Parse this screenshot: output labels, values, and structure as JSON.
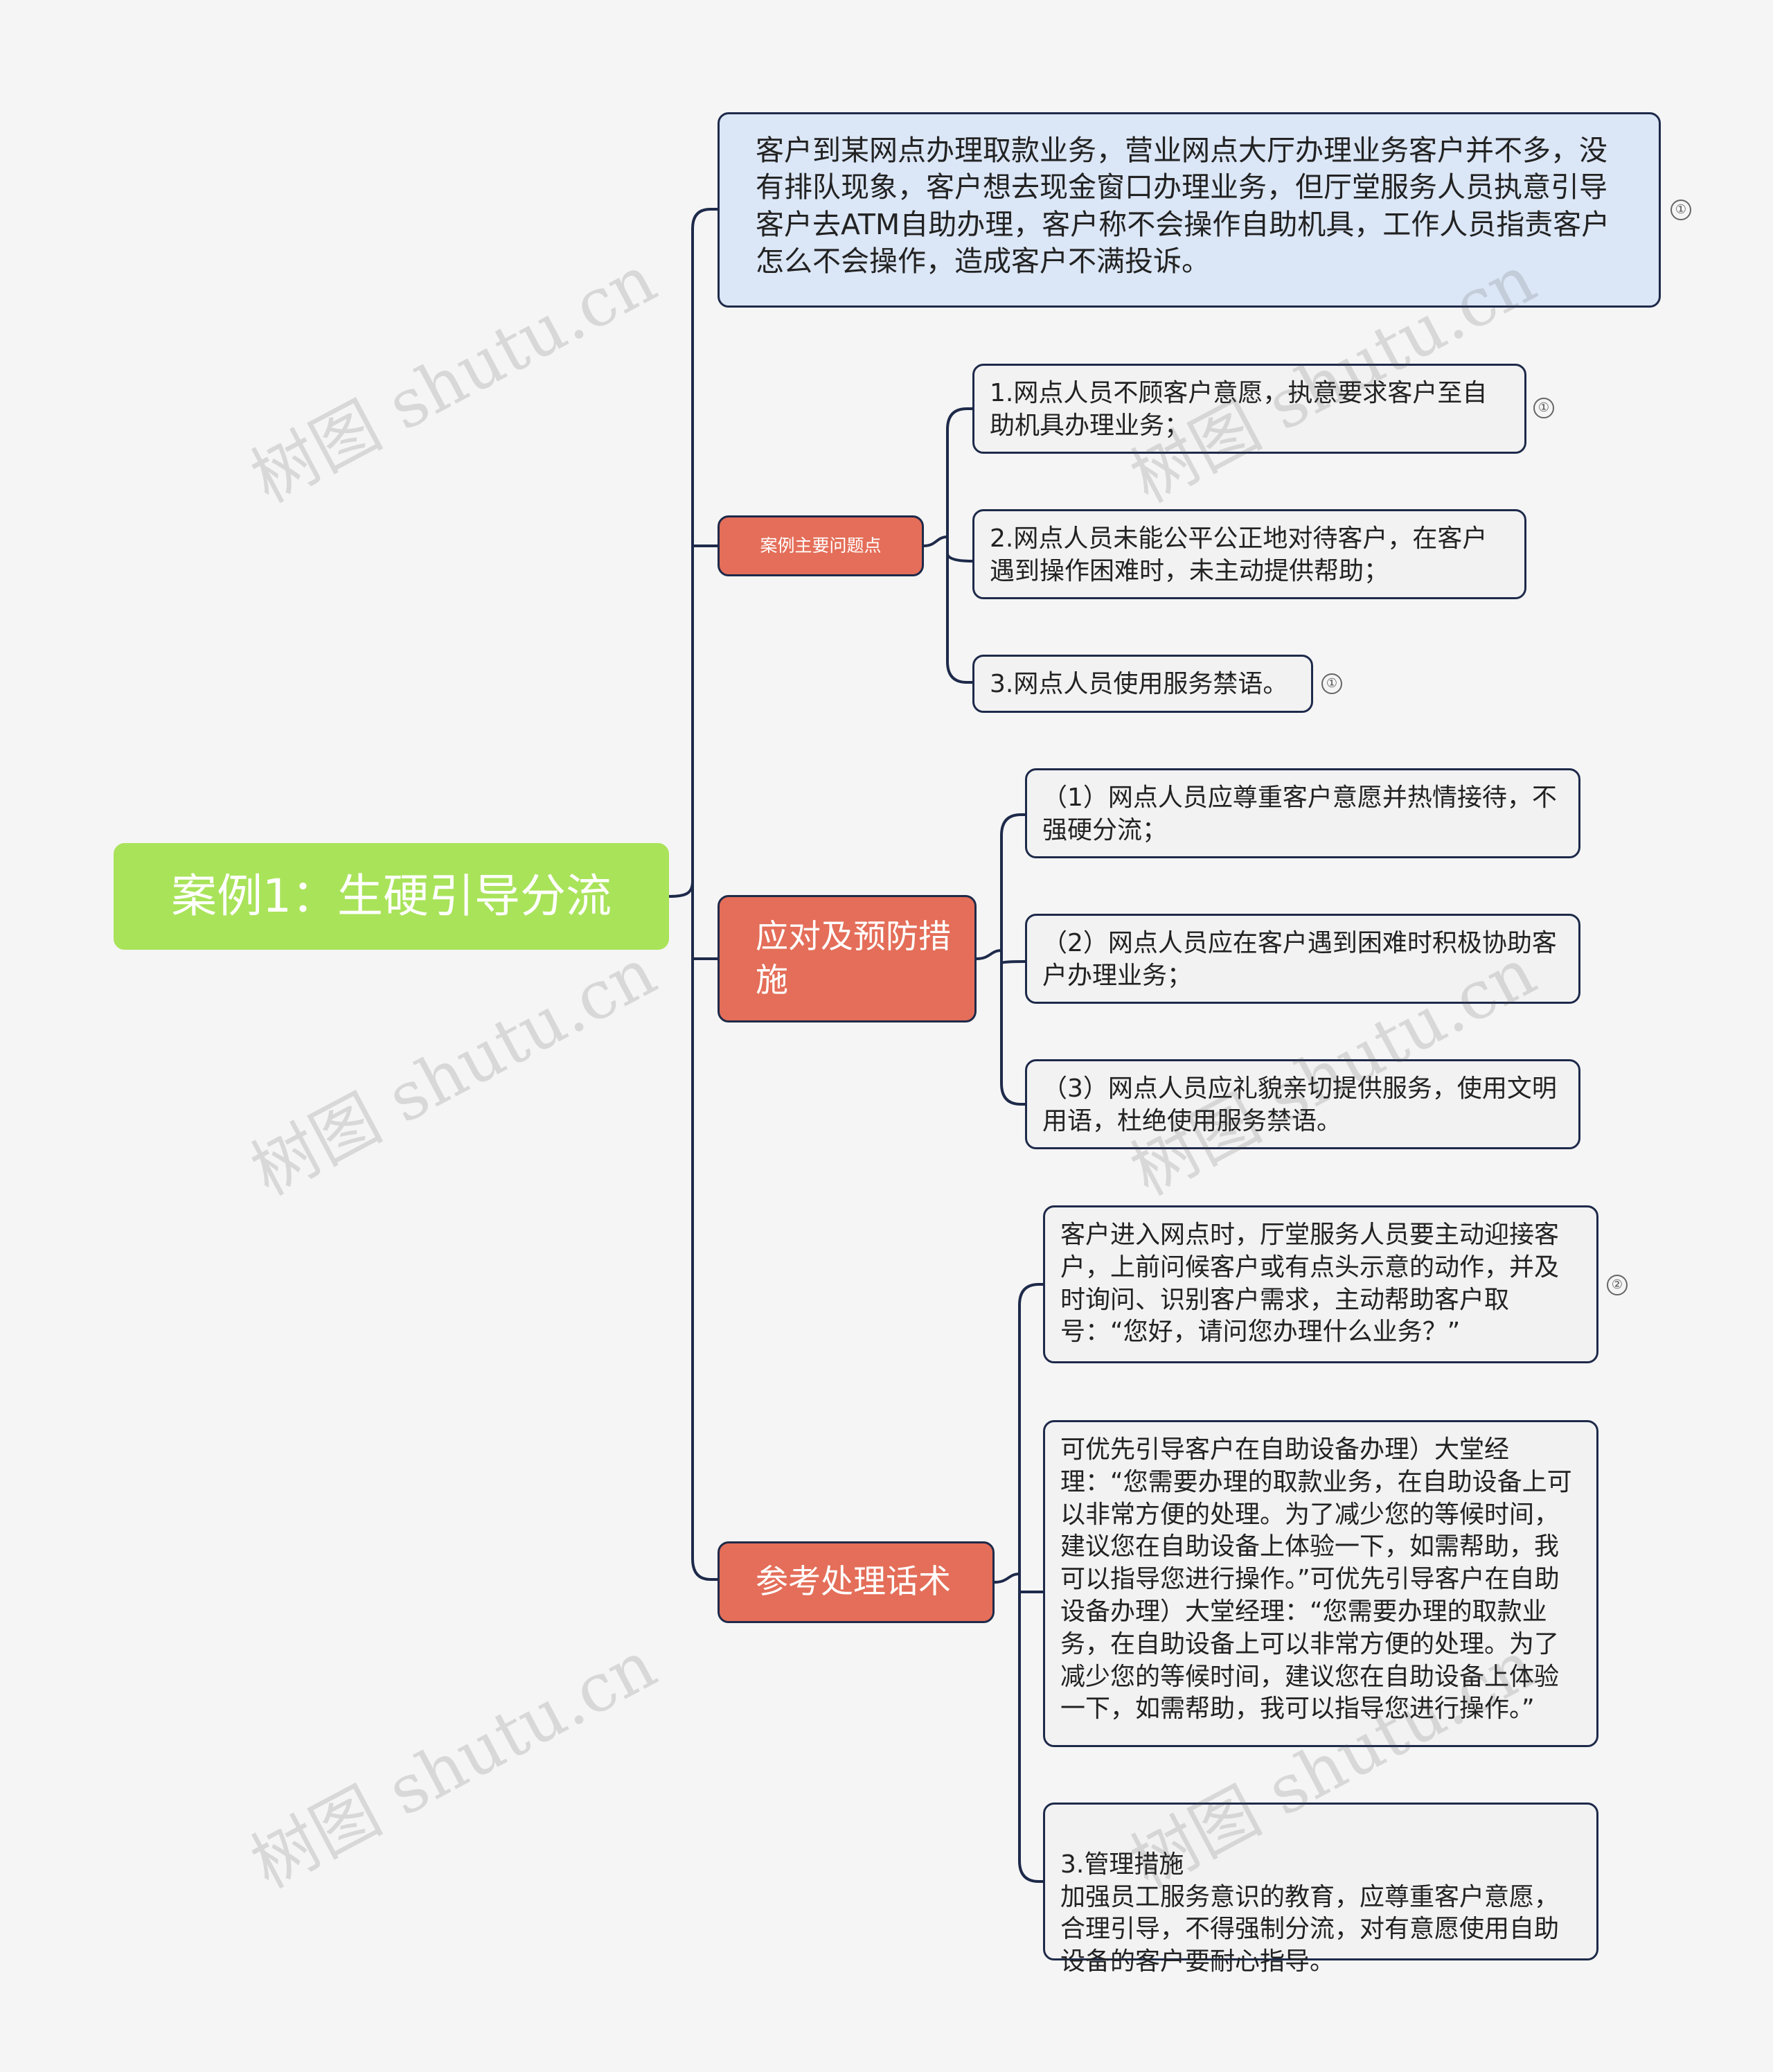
{
  "root": {
    "title": "案例1：生硬引导分流"
  },
  "case_description": "客户到某网点办理取款业务，营业网点大厅办理业务客户并不多，没有排队现象，客户想去现金窗口办理业务，但厅堂服务人员执意引导客户去ATM自助办理，客户称不会操作自助机具，工作人员指责客户怎么不会操作，造成客户不满投诉。",
  "branches": [
    {
      "label": "案例主要问题点",
      "items": [
        "1.网点人员不顾客户意愿，执意要求客户至自助机具办理业务；",
        "2.网点人员未能公平公正地对待客户，在客户遇到操作困难时，未主动提供帮助；",
        "3.网点人员使用服务禁语。"
      ]
    },
    {
      "label": "应对及预防措施",
      "items": [
        "（1）网点人员应尊重客户意愿并热情接待，不强硬分流；",
        "（2）网点人员应在客户遇到困难时积极协助客户办理业务；",
        "（3）网点人员应礼貌亲切提供服务，使用文明用语，杜绝使用服务禁语。"
      ]
    },
    {
      "label": "参考处理话术",
      "items": [
        "客户进入网点时，厅堂服务人员要主动迎接客户，上前问候客户或有点头示意的动作，并及时询问、识别客户需求，主动帮助客户取号：“您好，请问您办理什么业务？”",
        "可优先引导客户在自助设备办理）大堂经理：“您需要办理的取款业务，在自助设备上可以非常方便的处理。为了减少您的等候时间，建议您在自助设备上体验一下，如需帮助，我可以指导您进行操作。”可优先引导客户在自助设备办理）大堂经理：“您需要办理的取款业务，在自助设备上可以非常方便的处理。为了减少您的等候时间，建议您在自助设备上体验一下，如需帮助，我可以指导您进行操作。”",
        "3.管理措施\n加强员工服务意识的教育，应尊重客户意愿，合理引导，不得强制分流，对有意愿使用自助设备的客户要耐心指导。"
      ]
    }
  ],
  "badges": {
    "case": "①",
    "issue1": "①",
    "issue3": "①",
    "script1": "②"
  },
  "watermark": "树图 shutu.cn",
  "colors": {
    "background": "#f5f5f5",
    "root": "#a9e35a",
    "case_box": "#dbe6f6",
    "branch": "#e46e59",
    "leaf": "#f2f2f2",
    "line": "#1e2a4a"
  }
}
